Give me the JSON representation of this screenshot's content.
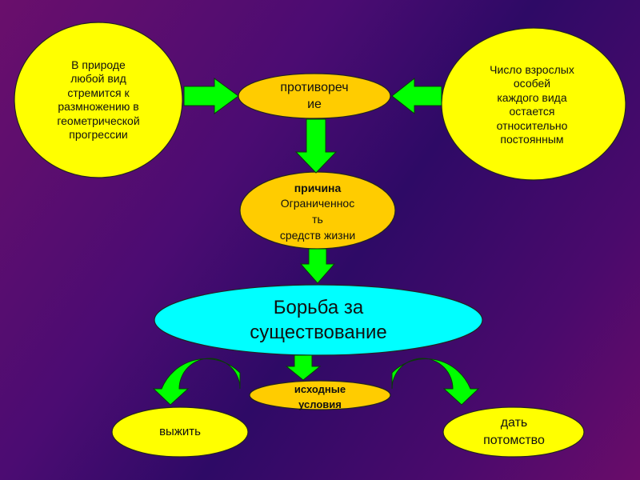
{
  "nodes": {
    "left_fact": {
      "lines": [
        "В природе",
        "любой вид",
        "стремится к",
        "размножению в",
        "геометрической",
        "прогрессии"
      ]
    },
    "right_fact": {
      "lines": [
        "Число взрослых",
        "особей",
        "каждого вида",
        "остается",
        "относительно",
        "постоянным"
      ]
    },
    "contradiction": {
      "lines": [
        "противореч",
        "ие"
      ]
    },
    "cause": {
      "title": "причина",
      "lines": [
        "Ограниченнос",
        "ть",
        "средств жизни"
      ]
    },
    "struggle": {
      "lines": [
        "Борьба за",
        "существование"
      ]
    },
    "initial": {
      "lines": [
        "исходные",
        "условия"
      ]
    },
    "survive": {
      "lines": [
        "выжить"
      ]
    },
    "offspring": {
      "lines": [
        "дать",
        "потомство"
      ]
    }
  },
  "colors": {
    "yellow": "#ffff00",
    "orange": "#ffcc00",
    "cyan": "#00ffff",
    "arrow": "#00ff00"
  }
}
